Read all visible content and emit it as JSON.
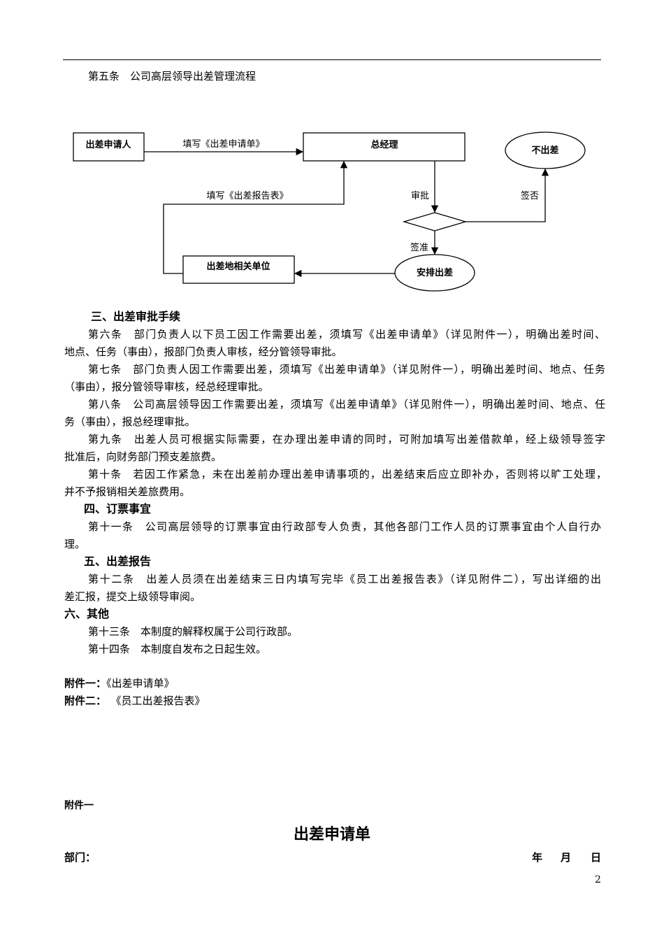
{
  "section_title": "第五条　公司高层领导出差管理流程",
  "flowchart": {
    "applicant": "出差申请人",
    "gm": "总经理",
    "no_trip": "不出差",
    "arrange": "安排出差",
    "destination_unit": "出差地相关单位",
    "edge_apply": "填写《出差申请单》",
    "edge_report": "填写《出差报告表》",
    "edge_approve": "审批",
    "edge_reject": "签否",
    "edge_accept": "签准"
  },
  "sec3": {
    "heading": "三、出差审批手续",
    "lines": [
      "第六条　部门负责人以下员工因工作需要出差，须填写《出差申请单》（详见附件一），明确出差时间、",
      "地点、任务（事由），报部门负责人审核，经分管领导审批。",
      "第七条　部门负责人因工作需要出差，须填写《出差申请单》（详见附件一），明确出差时间、地点、任务",
      "（事由），报分管领导审核，经总经理审批。",
      "第八条　公司高层领导因工作需要出差，须填写《出差申请单》（详见附件一），明确出差时间、地点、任",
      "务（事由），报总经理审批。",
      "第九条　出差人员可根据实际需要，在办理出差申请的同时，可附加填写出差借款单，经上级领导签字",
      "批准后，向财务部门预支差旅费。",
      "第十条　若因工作紧急，未在出差前办理出差申请事项的，出差结束后应立即补办，否则将以旷工处理，",
      "并不予报销相关差旅费用。"
    ]
  },
  "sec4": {
    "heading": "四、订票事宜",
    "lines": [
      "第十一条　公司高层领导的订票事宜由行政部专人负责，其他各部门工作人员的订票事宜由个人自行办",
      "理。"
    ]
  },
  "sec5": {
    "heading": "五、出差报告",
    "lines": [
      "第十二条　出差人员须在出差结束三日内填写完毕《员工出差报告表》（详见附件二），写出详细的出",
      "差汇报，提交上级领导审阅。"
    ]
  },
  "sec6": {
    "heading": "六、其他",
    "lines": [
      "第十三条　本制度的解释权属于公司行政部。",
      "第十四条　本制度自发布之日起生效。"
    ]
  },
  "attachments": {
    "a1_label": "附件一：",
    "a1_name": "《出差申请单》",
    "a2_label": "附件二：",
    "a2_name": "《员工出差报告表》"
  },
  "appendix": {
    "label": "附件一",
    "title": "出差申请单",
    "dept_label": "部门：",
    "year": "年",
    "month": "月",
    "day": "日"
  },
  "page_number": "2"
}
